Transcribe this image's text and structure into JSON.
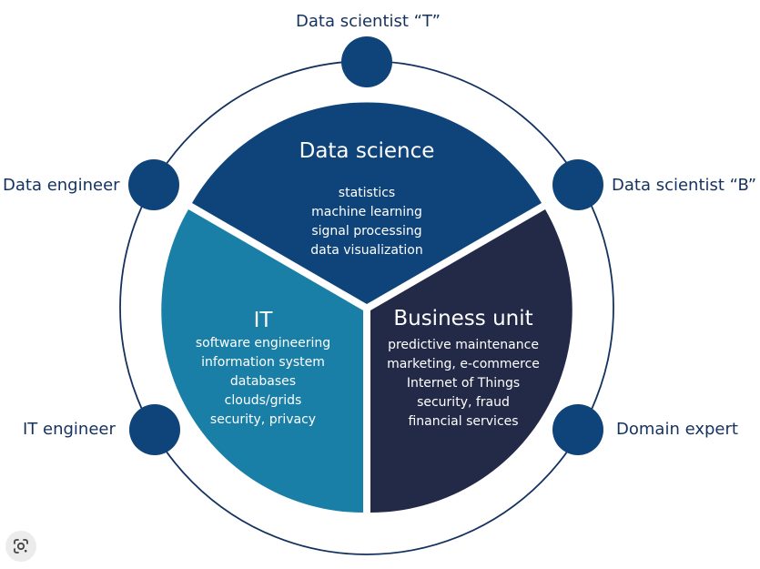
{
  "roles": {
    "top": "Data scientist “T”",
    "upper_left": "Data engineer",
    "upper_right": "Data scientist “B”",
    "lower_left": "IT engineer",
    "lower_right": "Domain expert"
  },
  "segments": {
    "data_science": {
      "title": "Data science",
      "lines": [
        "statistics",
        "machine learning",
        "signal processing",
        "data visualization"
      ],
      "color": "#0f447a"
    },
    "it": {
      "title": "IT",
      "lines": [
        "software engineering",
        "information system",
        "databases",
        "clouds/grids",
        "security, privacy"
      ],
      "color": "#1a7fa6"
    },
    "business_unit": {
      "title": "Business unit",
      "lines": [
        "predictive maintenance",
        "marketing, e-commerce",
        "Internet of Things",
        "security, fraud",
        "financial services"
      ],
      "color": "#232a48"
    }
  },
  "colors": {
    "node": "#0f447a",
    "ring": "#14325f",
    "label_text": "#14325f"
  },
  "icons": {
    "lens_button": "google-lens-icon"
  }
}
